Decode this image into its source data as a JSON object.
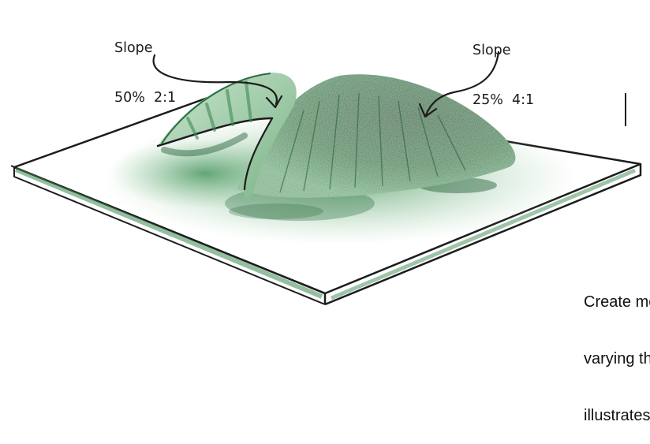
{
  "labels": {
    "left": {
      "title": "Slope",
      "ratio": "50%  2:1"
    },
    "right": {
      "title": "Slope",
      "ratio": "25%  4:1"
    }
  },
  "caption_lines": [
    "Create more dramat",
    "varying their slopes",
    "illustrates a landform"
  ],
  "colors": {
    "green_dark": "#1f5c34",
    "green_mid": "#3f8a55",
    "green_light": "#8fc29a",
    "ink": "#1c1c1c"
  }
}
